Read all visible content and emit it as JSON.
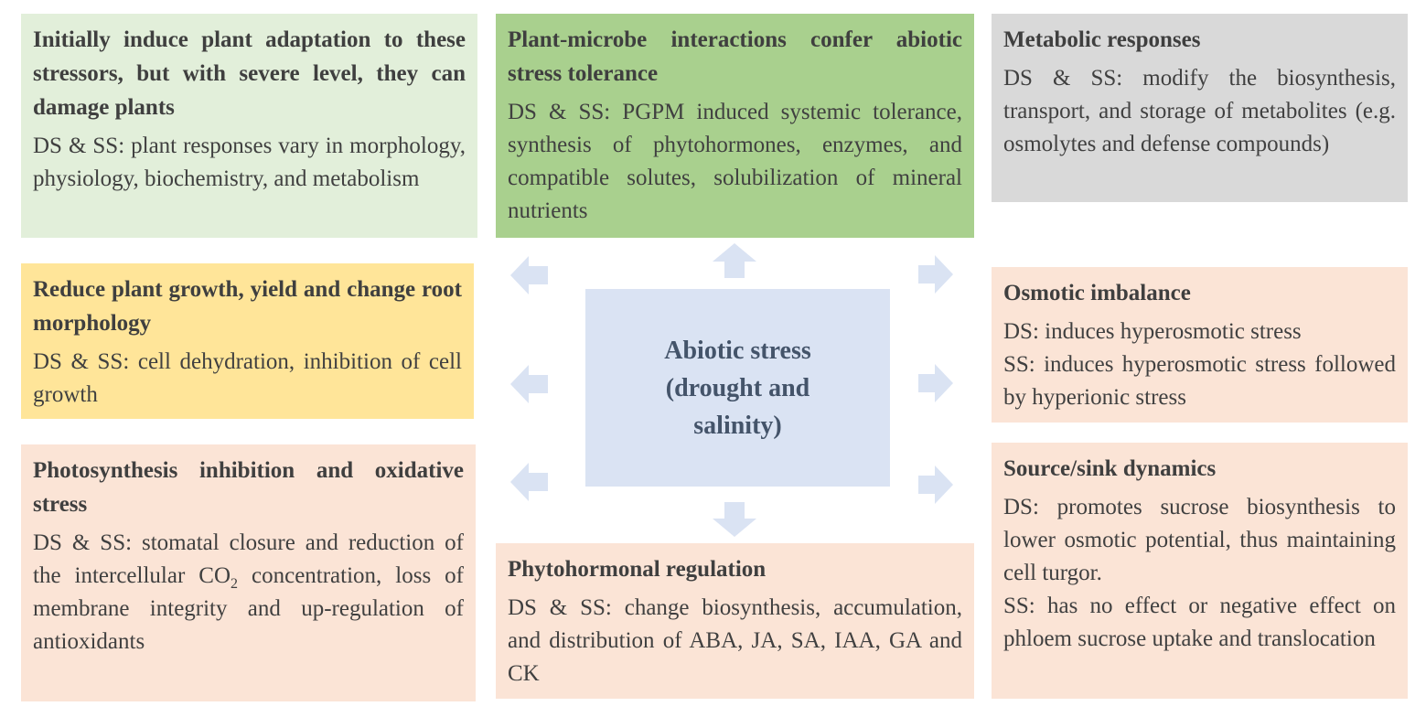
{
  "center": {
    "title": "Abiotic stress (drought and salinity)"
  },
  "boxes": {
    "adaptation": {
      "title": "Initially induce plant adaptation to these stressors, but with severe level, they can damage plants",
      "body": "DS & SS: plant responses vary in morphology, physiology, biochemistry, and metabolism",
      "color": "#e2efda"
    },
    "plant_microbe": {
      "title": "Plant-microbe interactions confer abiotic stress tolerance",
      "body": "DS & SS: PGPM induced systemic tolerance, synthesis of phytohormones, enzymes, and compatible solutes, solubilization of mineral nutrients",
      "color": "#a9d08e"
    },
    "metabolic": {
      "title": "Metabolic responses",
      "body": "DS & SS: modify the biosynthesis, transport, and storage of metabolites (e.g. osmolytes and defense compounds)",
      "color": "#d9d9d9"
    },
    "growth": {
      "title": "Reduce plant growth, yield and change root morphology",
      "body": "DS & SS: cell dehydration, inhibition of cell growth",
      "color": "#ffe599"
    },
    "osmotic": {
      "title": "Osmotic imbalance",
      "body_ds": "DS: induces hyperosmotic stress",
      "body_ss": "SS: induces hyperosmotic stress followed by hyperionic stress",
      "color": "#fbe4d6"
    },
    "photosynthesis": {
      "title": "Photosynthesis inhibition and oxidative stress",
      "body_before_sub": "DS & SS: stomatal closure and reduction of the intercellular CO",
      "body_sub": "2",
      "body_after_sub": " concentration, loss of membrane integrity and up-regulation of antioxidants",
      "color": "#fbe4d6"
    },
    "phytohormonal": {
      "title": "Phytohormonal regulation",
      "body": "DS & SS: change biosynthesis, accumulation, and distribution of ABA, JA, SA, IAA, GA and CK",
      "color": "#fbe4d6"
    },
    "source_sink": {
      "title": "Source/sink dynamics",
      "body_ds": "DS: promotes sucrose biosynthesis to lower osmotic potential, thus maintaining cell turgor.",
      "body_ss": "SS: has no effect or negative effect on phloem sucrose uptake and translocation",
      "color": "#fbe4d6"
    }
  },
  "arrow_color": "#dae3f3"
}
